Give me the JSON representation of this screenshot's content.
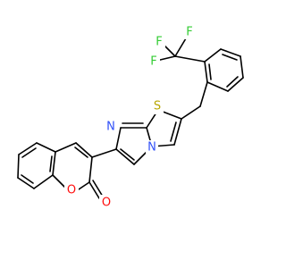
{
  "colors": {
    "bond": "#000000",
    "carbon": "#000000",
    "fluorine": "#33cc33",
    "sulfur": "#b8a600",
    "nitrogen": "#3050f8",
    "oxygen": "#ff0d0d"
  },
  "atoms": {
    "f1": "F",
    "f2": "F",
    "f3": "F",
    "s1": "S",
    "n_imine": "N",
    "n_bridge": "N",
    "o_ring": "O",
    "o_carbonyl": "O"
  }
}
